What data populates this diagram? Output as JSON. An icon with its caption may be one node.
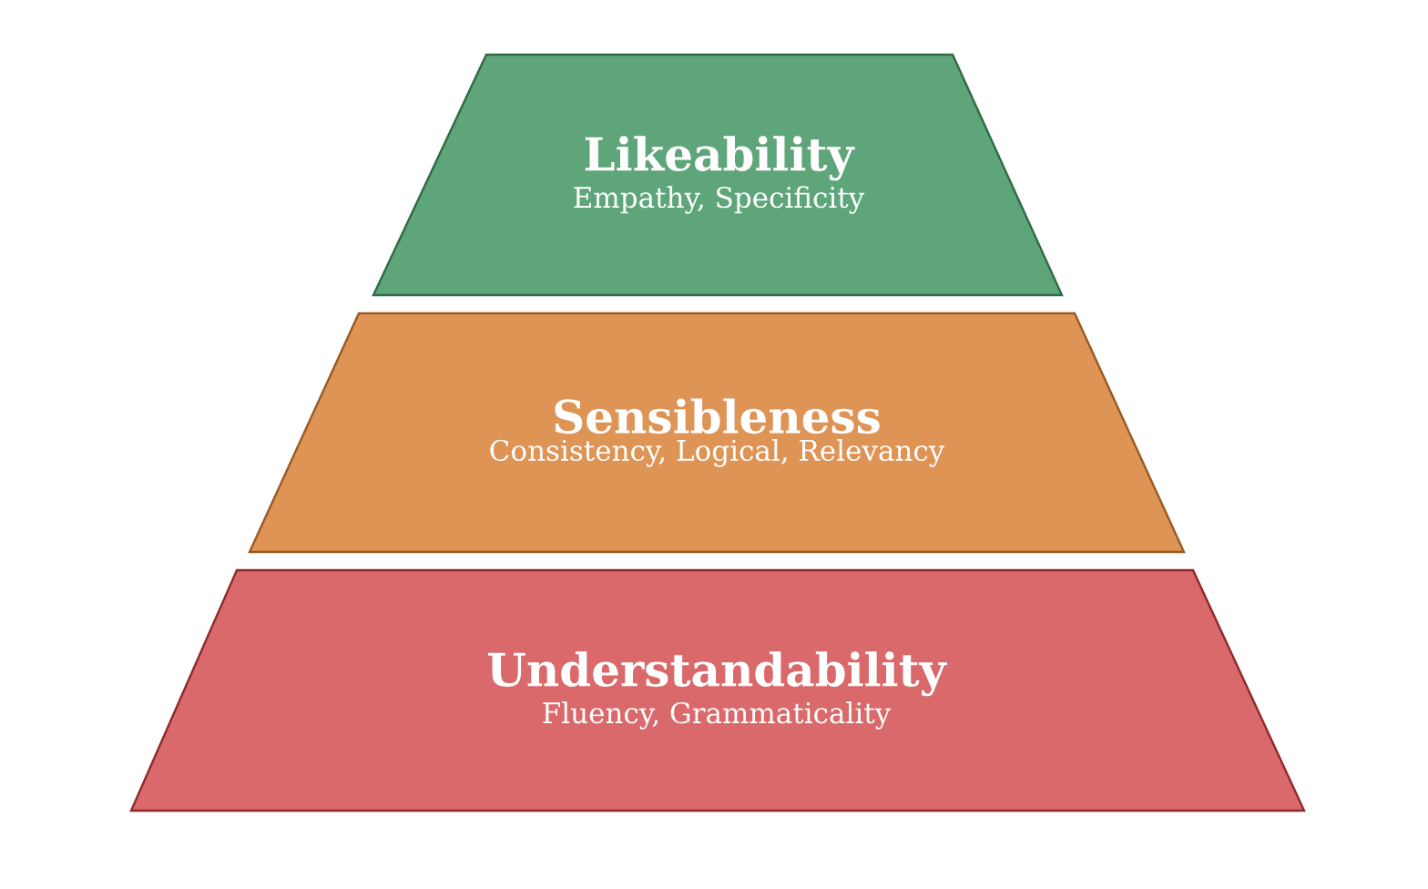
{
  "diagram": {
    "nodes": [
      {
        "text": [
          "Likeability",
          "Empathy, Specificity"
        ]
      },
      {
        "text": [
          "Sensibleness",
          "Consistency, Logical, Relevancy"
        ]
      },
      {
        "text": [
          "Understandability",
          "Fluency, Grammaticality"
        ]
      }
    ]
  }
}
